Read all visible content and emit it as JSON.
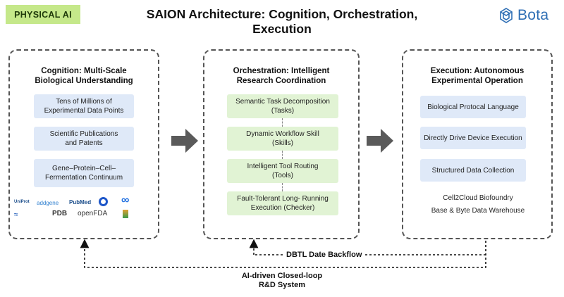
{
  "header": {
    "badge": "PHYSICAL AI",
    "title": "SAION Architecture: Cognition, Orchestration, Execution",
    "logo_text": "Bota"
  },
  "cognition": {
    "title_line1": "Cognition: Multi-Scale",
    "title_line2": "Biological Understanding",
    "boxes": [
      {
        "line1": "Tens of Millions of",
        "line2": "Experimental Data Points"
      },
      {
        "line1": "Scientific Publications",
        "line2": "and Patents"
      },
      {
        "line1": "Gene–Protein–Cell–",
        "line2": "Fermentation Continuum"
      }
    ],
    "source_logos": [
      "UniProt",
      "addgene",
      "PubMed",
      "PDB",
      "openFDA"
    ]
  },
  "orchestration": {
    "title_line1": "Orchestration: Intelligent",
    "title_line2": "Research Coordination",
    "boxes": [
      {
        "line1": "Semantic Task Decomposition",
        "line2": "(Tasks)"
      },
      {
        "line1": "Dynamic Workflow Skill",
        "line2": "(Skills)"
      },
      {
        "line1": "Intelligent Tool Routing",
        "line2": "(Tools)"
      },
      {
        "line1": "Fault-Tolerant Long- Running",
        "line2": "Execution (Checker)"
      }
    ]
  },
  "execution": {
    "title_line1": "Execution: Autonomous",
    "title_line2": "Experimental Operation",
    "boxes": [
      {
        "label": "Biological Protocal Language"
      },
      {
        "label": "Directly Drive Device Execution"
      },
      {
        "label": "Structured Data Collection"
      }
    ],
    "footer_line1": "Cell2Cloud Biofoundry",
    "footer_line2": "Base & Byte Data Warehouse"
  },
  "feedback": {
    "backflow_label": "DBTL Date Backflow",
    "system_line1": "AI-driven Closed-loop",
    "system_line2": "R&D System"
  },
  "colors": {
    "badge_bg": "#c5e88a",
    "blue_box": "#dfe9f8",
    "green_box": "#e1f3d4",
    "arrow": "#5a5a5a",
    "brand": "#2f6fb5"
  }
}
